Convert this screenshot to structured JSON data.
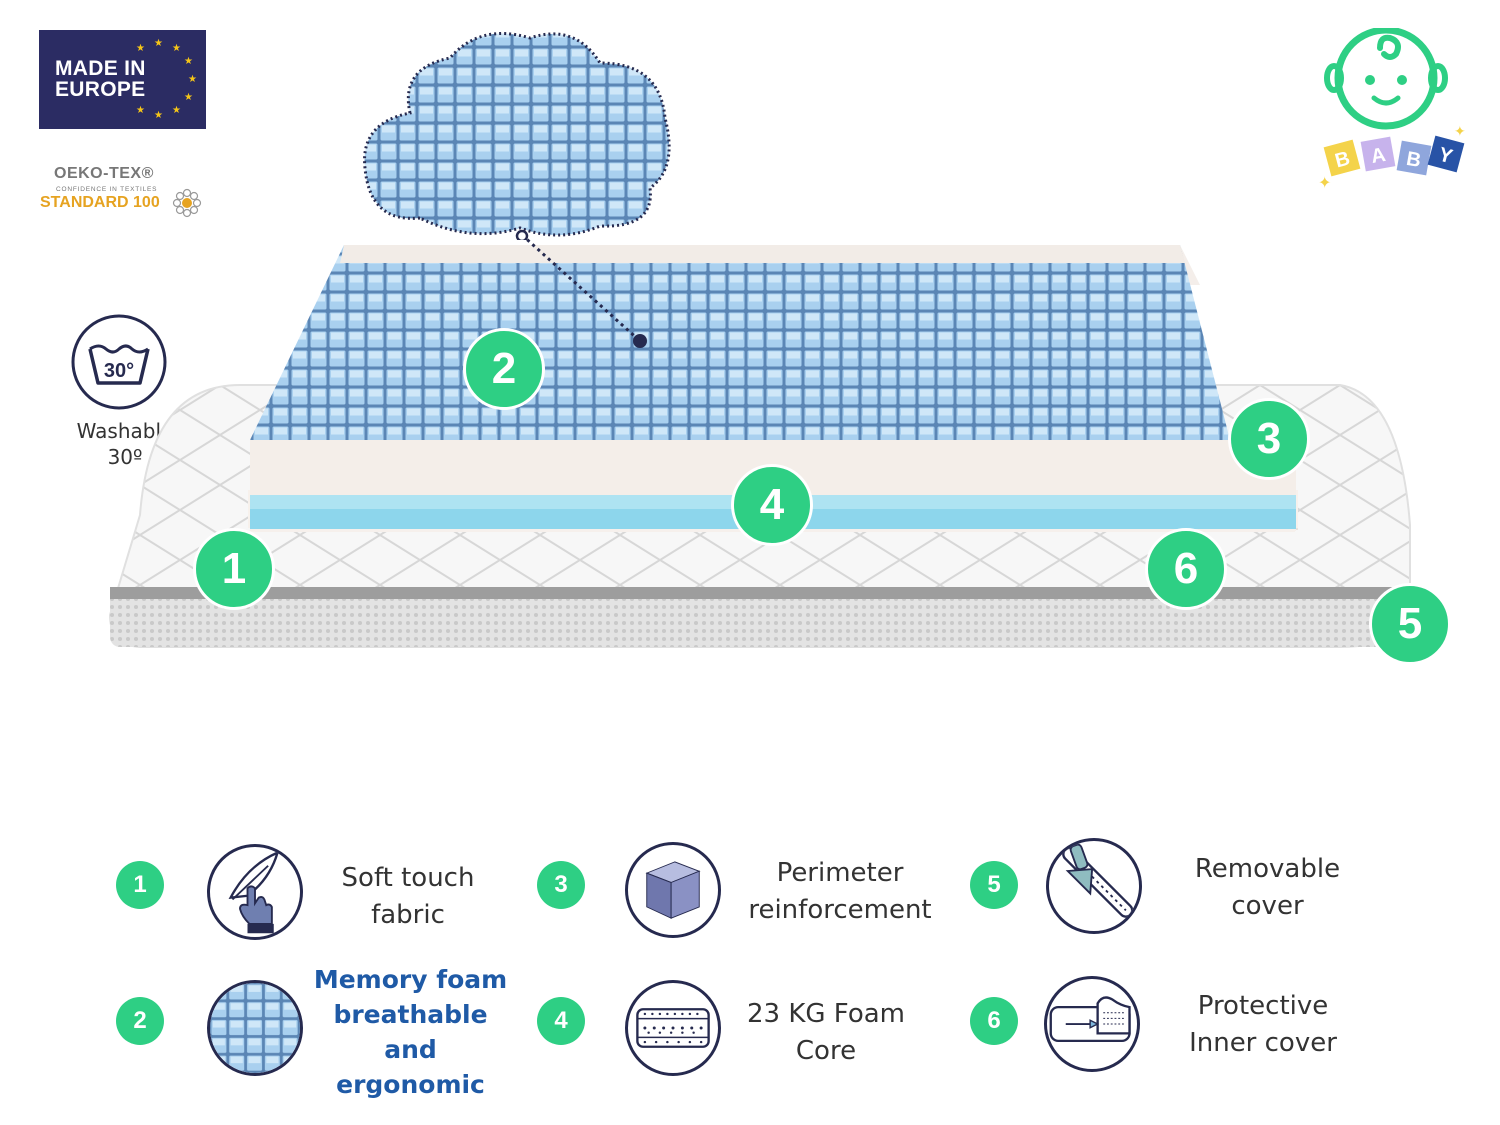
{
  "badges": {
    "made_in_europe": "MADE IN\nEUROPE",
    "oeko_tex_title": "OEKO-TEX®",
    "oeko_tex_tagline": "CONFIDENCE IN TEXTILES",
    "oeko_tex_standard": "STANDARD 100",
    "wash_temperature": "30°",
    "wash_label": "Washable 30º",
    "baby_letters": [
      "B",
      "A",
      "B",
      "Y"
    ]
  },
  "callouts": [
    "1",
    "2",
    "3",
    "4",
    "5",
    "6"
  ],
  "features": [
    {
      "number": "1",
      "icon": "hand-touch-feather-icon",
      "label": "Soft touch fabric"
    },
    {
      "number": "2",
      "icon": "memory-foam-texture-icon",
      "label": "Memory foam breathable and ergonomic"
    },
    {
      "number": "3",
      "icon": "cube-icon",
      "label": "Perimeter reinforcement"
    },
    {
      "number": "4",
      "icon": "foam-core-icon",
      "label": "23 KG Foam Core"
    },
    {
      "number": "5",
      "icon": "zipper-icon",
      "label": "Removable cover"
    },
    {
      "number": "6",
      "icon": "inner-cover-icon",
      "label": "Protective Inner cover"
    }
  ],
  "colors": {
    "accent_green": "#2ecf84",
    "navy": "#262a4f",
    "eu_blue": "#2b2c63",
    "foam_blue": "#7fb6dc",
    "highlight_text": "#1f5aa6"
  }
}
